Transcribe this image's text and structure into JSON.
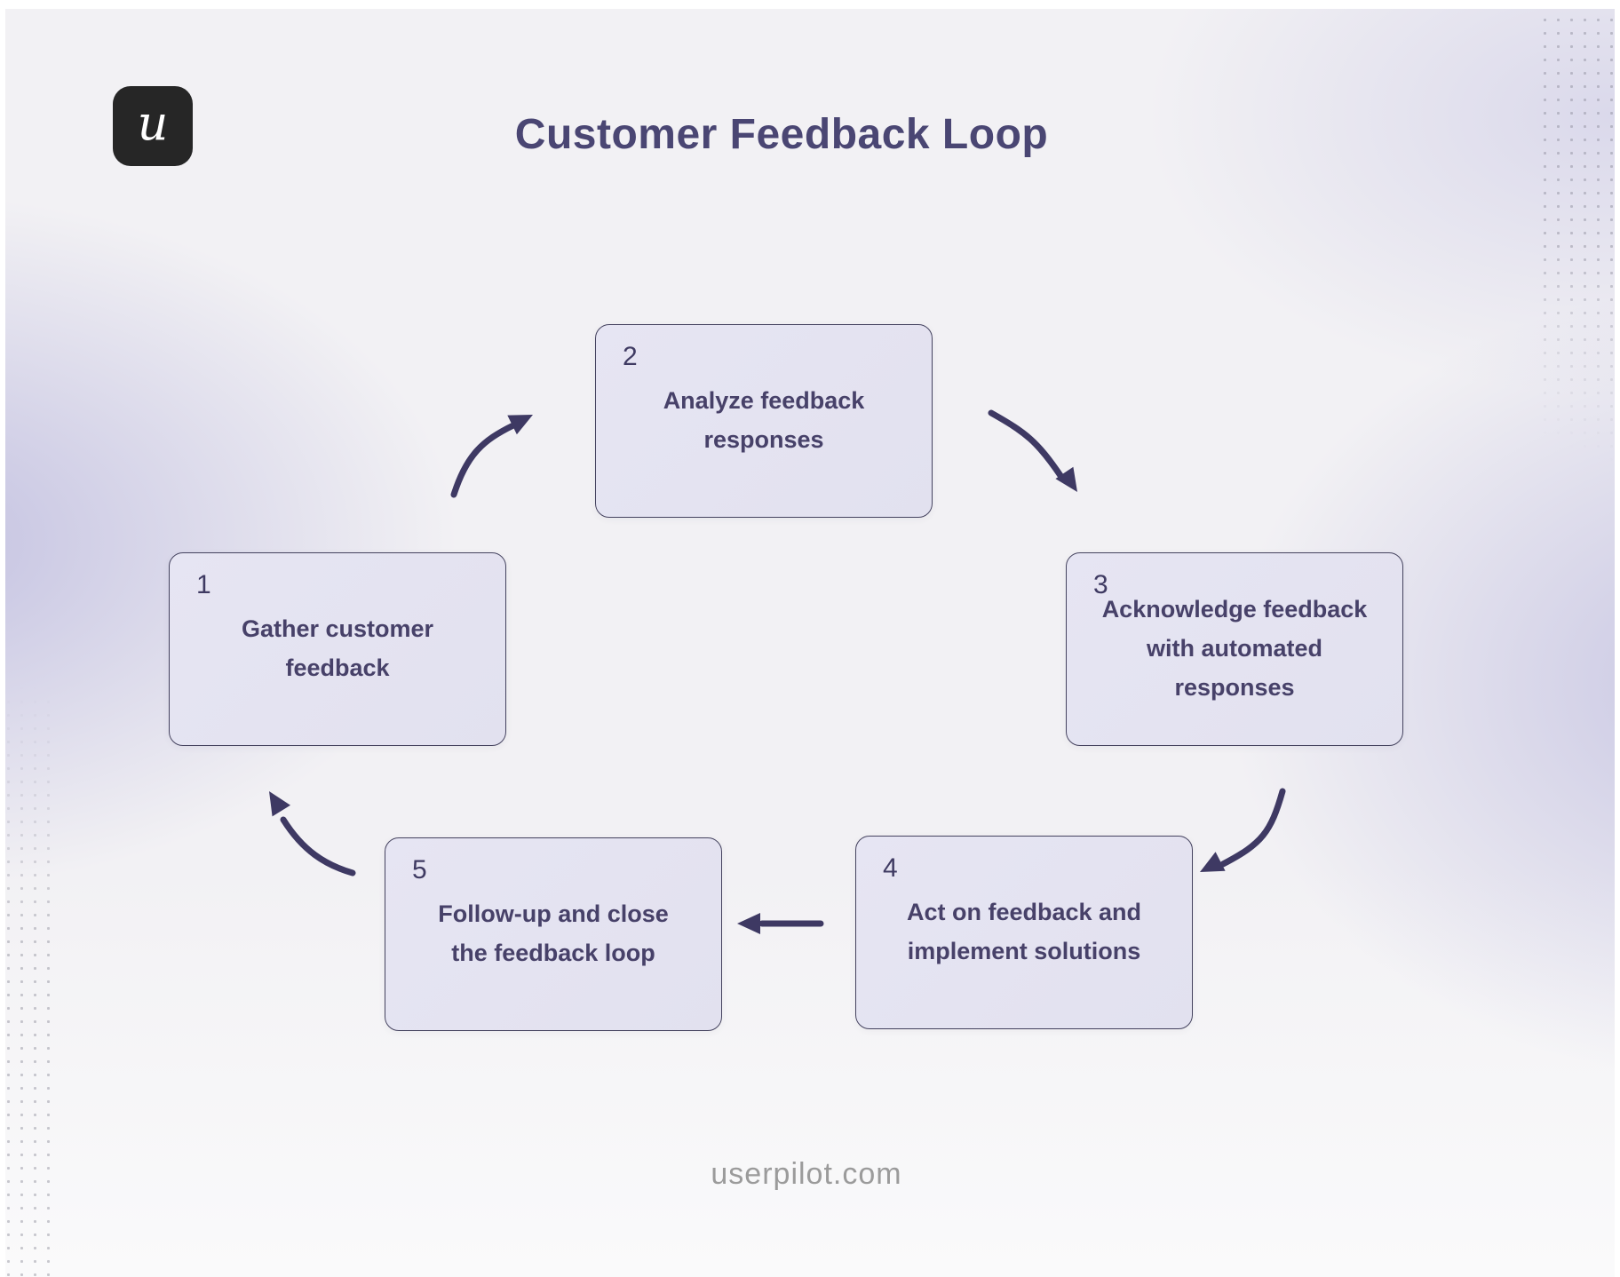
{
  "header": {
    "title": "Customer Feedback Loop"
  },
  "brand": {
    "logo_letter": "u"
  },
  "footer": {
    "url": "userpilot.com"
  },
  "colors": {
    "background_base": "#f2f1f4",
    "background_tint": "#9a97d0",
    "box_fill": "#e4e3f1",
    "box_border": "#45435f",
    "arrow": "#3e3963",
    "title_text": "#4a4673",
    "step_label_text": "#474169",
    "step_number_text": "#3f3a62",
    "footer_text": "#9b9b9b",
    "logo_background": "#262626",
    "logo_letter_color": "#ffffff"
  },
  "diagram": {
    "type": "cycle-flow",
    "steps": [
      {
        "number": "1",
        "label": "Gather customer feedback"
      },
      {
        "number": "2",
        "label": "Analyze feedback responses"
      },
      {
        "number": "3",
        "label": "Acknowledge feedback with automated responses"
      },
      {
        "number": "4",
        "label": "Act on feedback and implement solutions"
      },
      {
        "number": "5",
        "label": "Follow-up and close the feedback loop"
      }
    ],
    "connections": [
      {
        "from": "1",
        "to": "2"
      },
      {
        "from": "2",
        "to": "3"
      },
      {
        "from": "3",
        "to": "4"
      },
      {
        "from": "4",
        "to": "5"
      },
      {
        "from": "5",
        "to": "1"
      }
    ]
  }
}
